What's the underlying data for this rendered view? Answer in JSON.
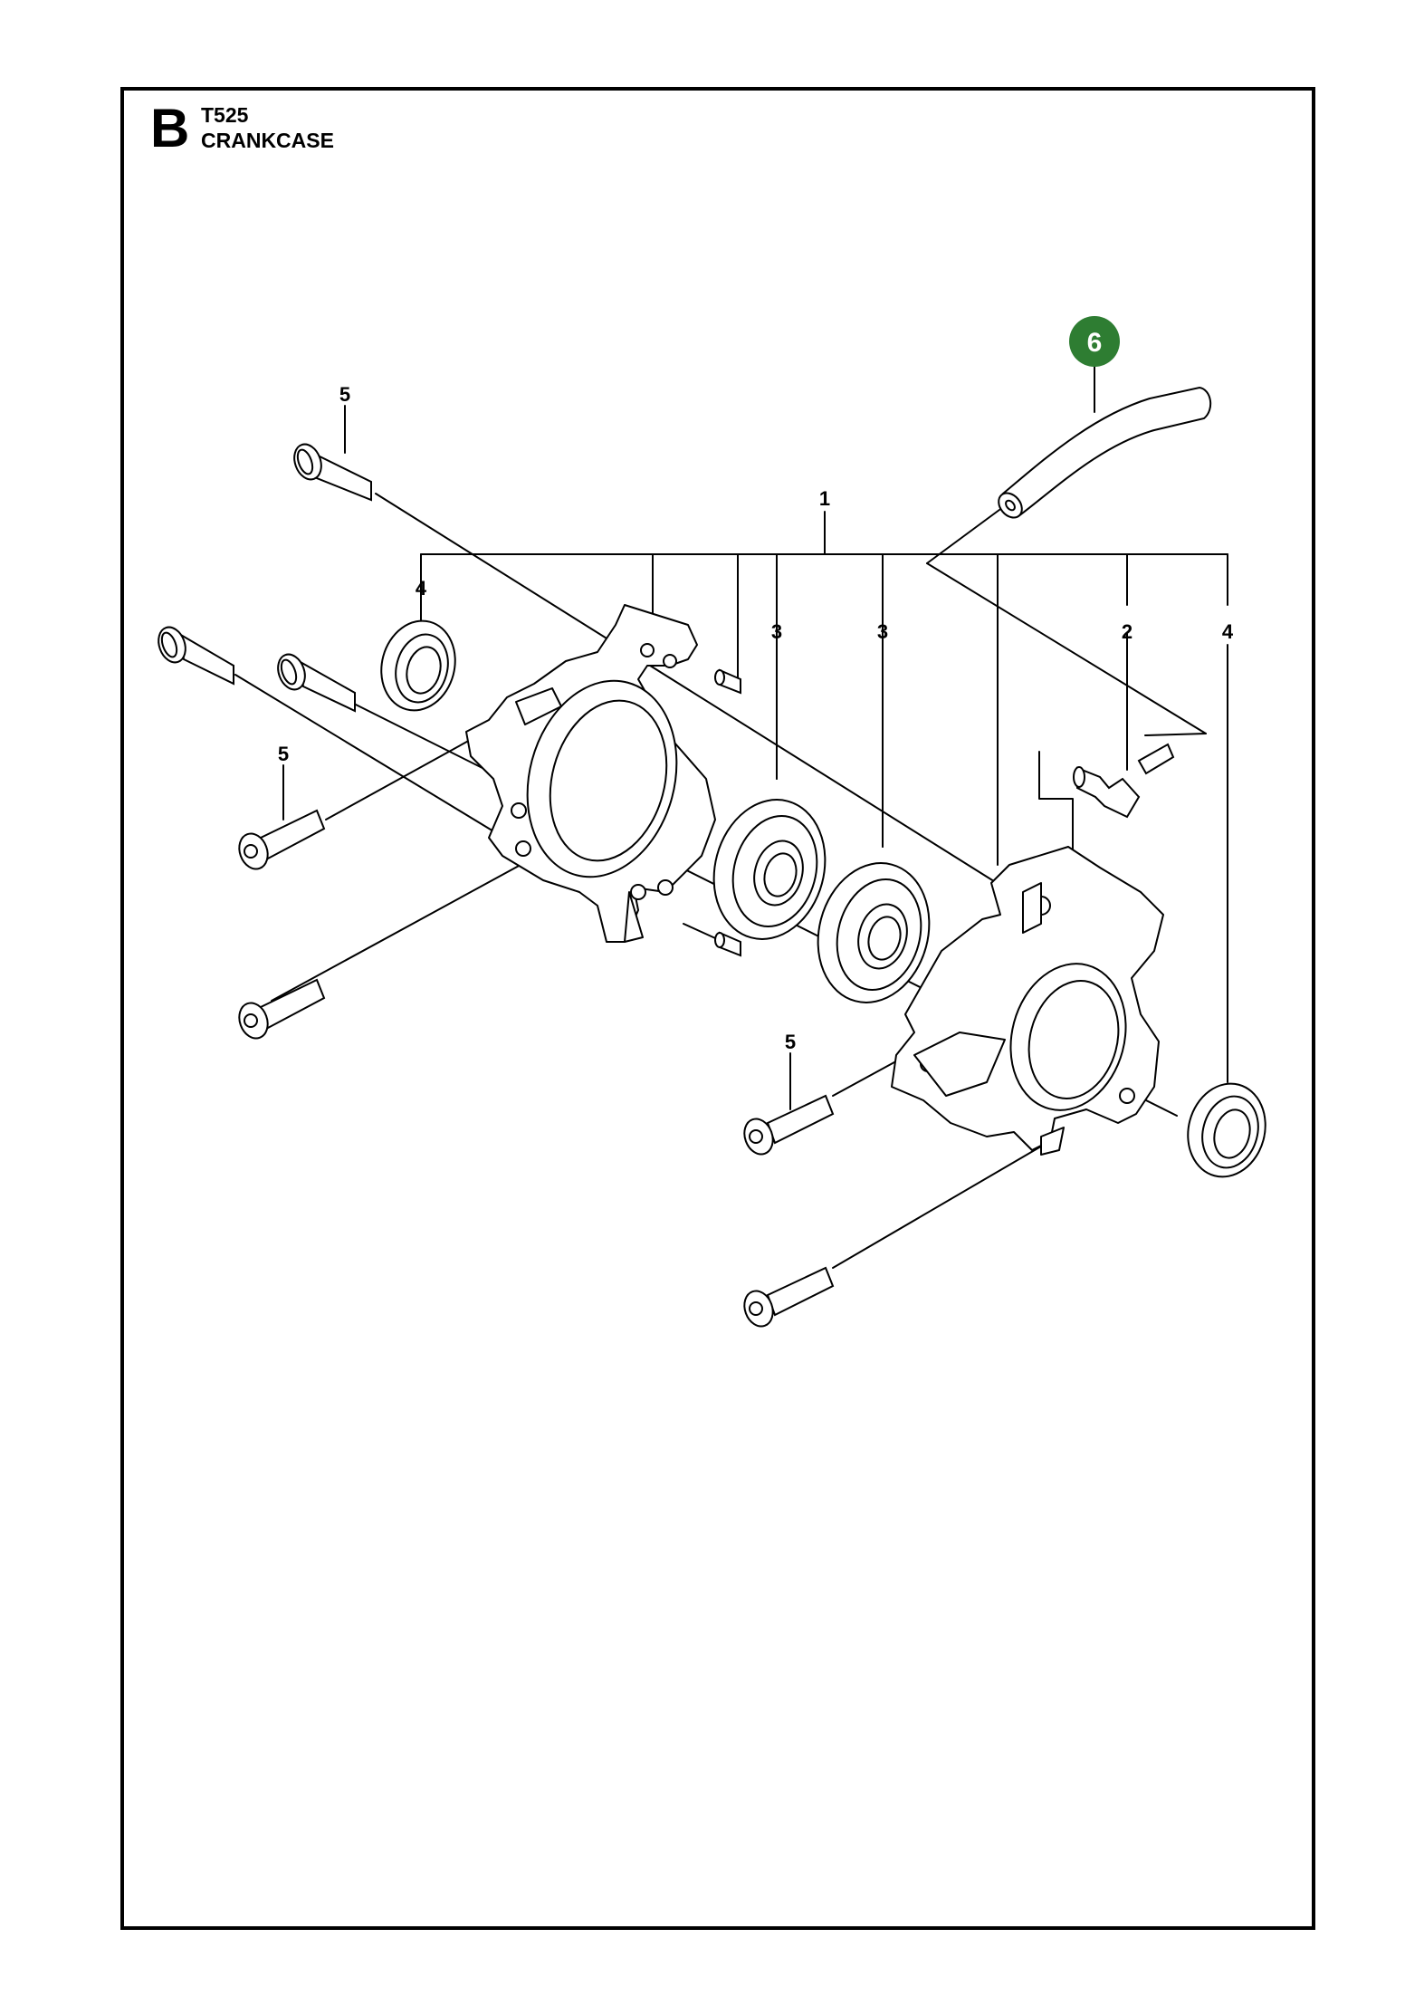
{
  "header": {
    "section_letter": "B",
    "model": "T525",
    "title": "CRANKCASE"
  },
  "callouts": [
    {
      "id": "c1",
      "label": "1"
    },
    {
      "id": "c2",
      "label": "2"
    },
    {
      "id": "c3a",
      "label": "3"
    },
    {
      "id": "c3b",
      "label": "3"
    },
    {
      "id": "c4a",
      "label": "4"
    },
    {
      "id": "c4b",
      "label": "4"
    },
    {
      "id": "c5a",
      "label": "5"
    },
    {
      "id": "c5b",
      "label": "5"
    },
    {
      "id": "c5c",
      "label": "5"
    },
    {
      "id": "c6",
      "label": "6"
    }
  ],
  "colors": {
    "highlight_badge": "#2e7d32",
    "line": "#000000"
  }
}
